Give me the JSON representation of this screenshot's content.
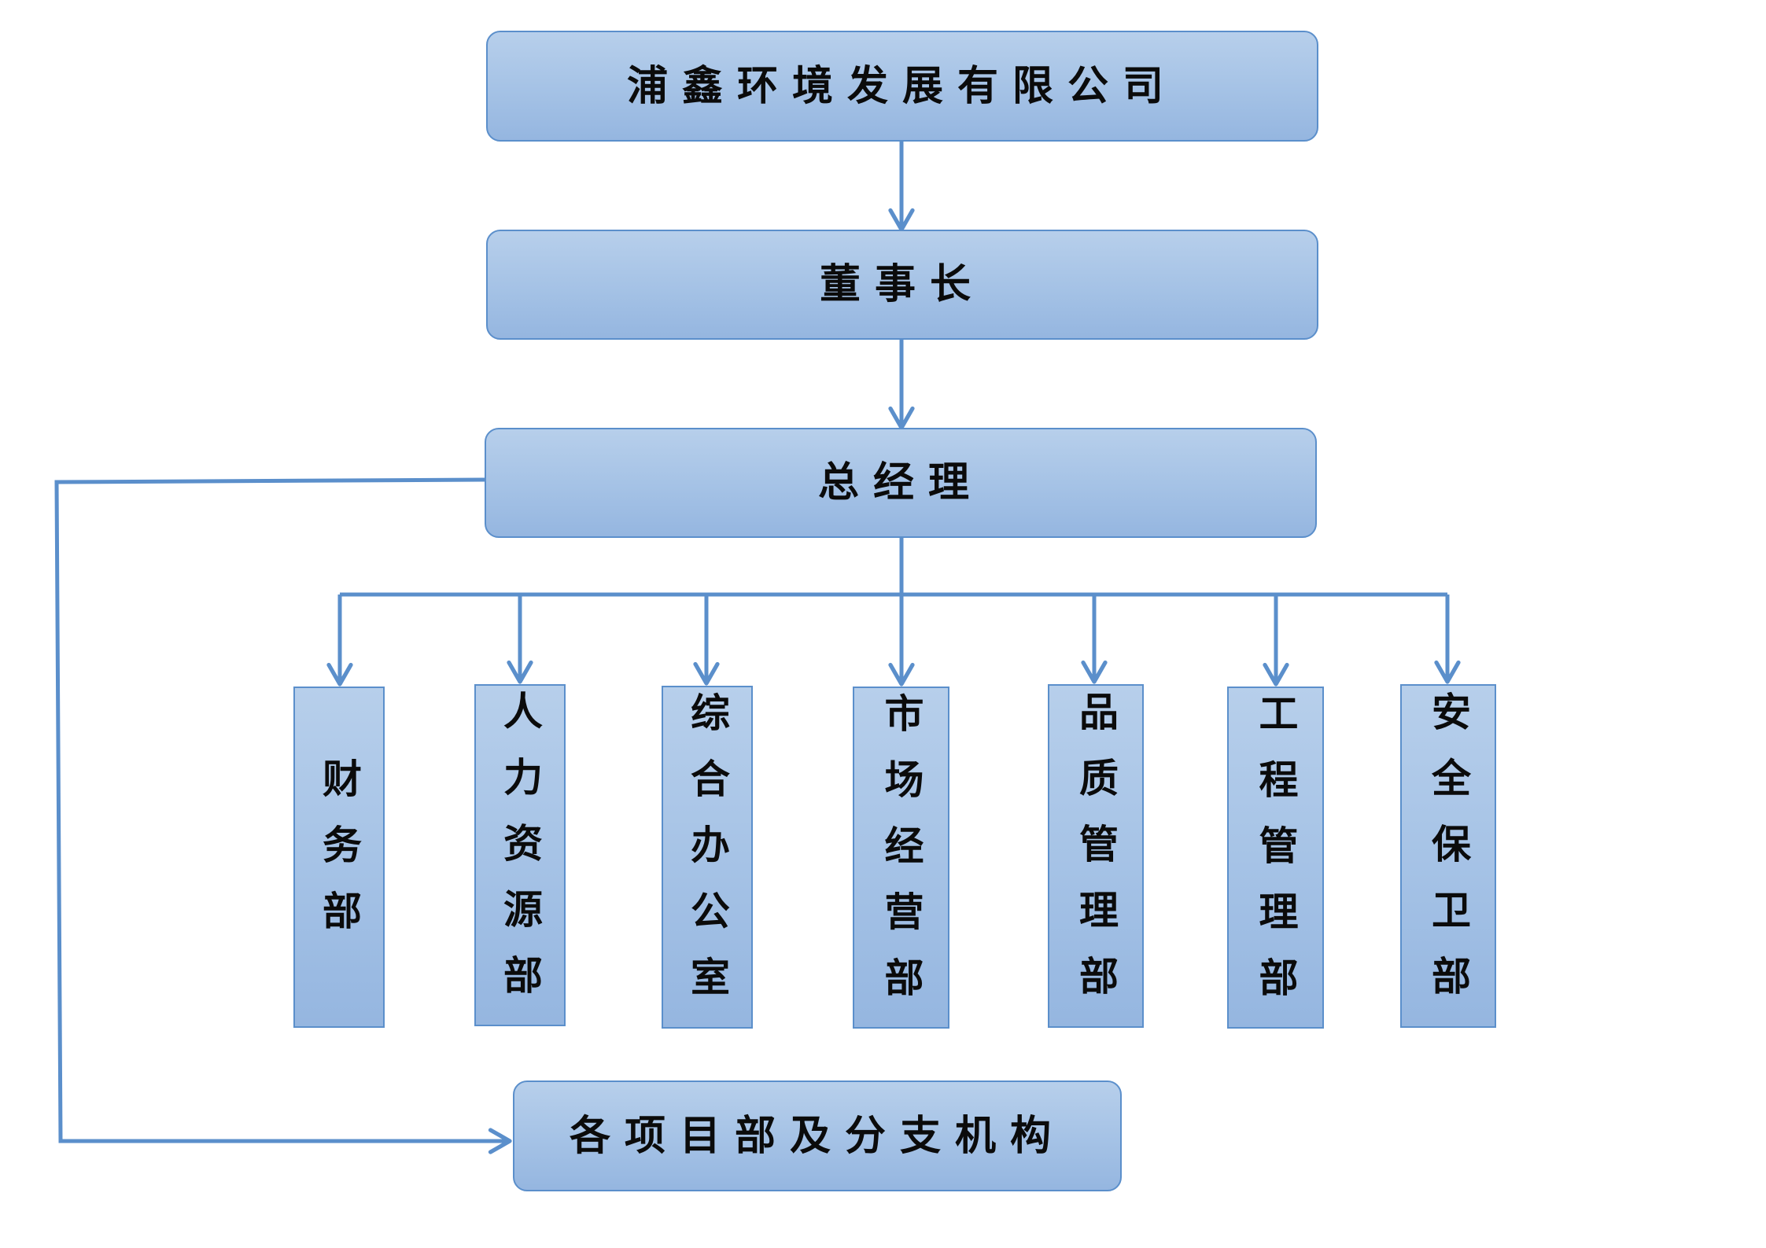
{
  "company": {
    "label": "浦鑫环境发展有限公司"
  },
  "chairman": {
    "label": "董事长"
  },
  "general_manager": {
    "label": "总经理"
  },
  "departments": [
    {
      "label": "财务部"
    },
    {
      "label": "人力资源部"
    },
    {
      "label": "综合办公室"
    },
    {
      "label": "市场经营部"
    },
    {
      "label": "品质管理部"
    },
    {
      "label": "工程管理部"
    },
    {
      "label": "安全保卫部"
    }
  ],
  "branches": {
    "label": "各项目部及分支机构"
  },
  "colors": {
    "box_fill_top": "#b7cfeb",
    "box_fill_bottom": "#95b6e0",
    "box_border": "#5b8fcb",
    "connector": "#5b8fcb",
    "text": "#0b0b0b"
  }
}
